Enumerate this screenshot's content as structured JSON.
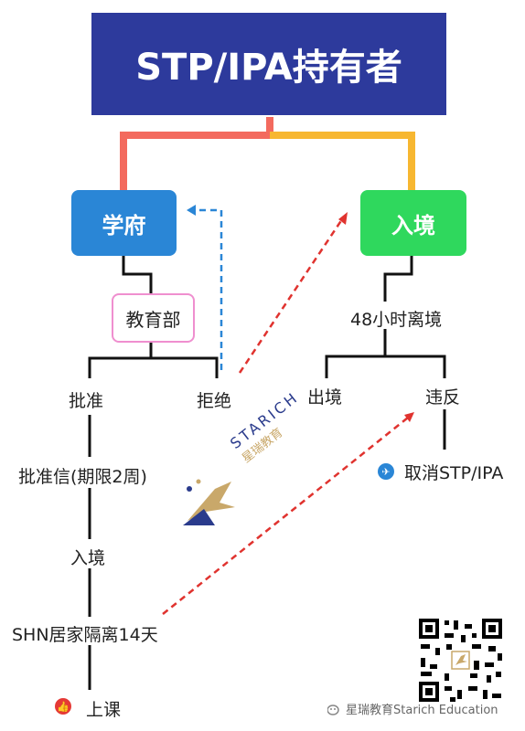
{
  "title": "STP/IPA持有者",
  "nodes": {
    "school": "学府",
    "entry": "入境",
    "moe": "教育部",
    "leave48": "48小时离境",
    "approve": "批准",
    "reject": "拒绝",
    "exit": "出境",
    "violate": "违反",
    "letter": "批准信(期限2周)",
    "enter": "入境",
    "shn": "SHN居家隔离14天",
    "cancel": "取消STP/IPA",
    "class": "上课"
  },
  "watermark": {
    "en": "STARICH",
    "cn": "星瑞教育"
  },
  "footer": "星瑞教育Starich Education",
  "colors": {
    "title_bg": "#2d3a9c",
    "school": "#2a86d6",
    "entry": "#2fd85d",
    "line_left": "#f36a5e",
    "line_right": "#f7b731",
    "dashed_red": "#e0332f",
    "dashed_blue": "#2a86d6"
  }
}
